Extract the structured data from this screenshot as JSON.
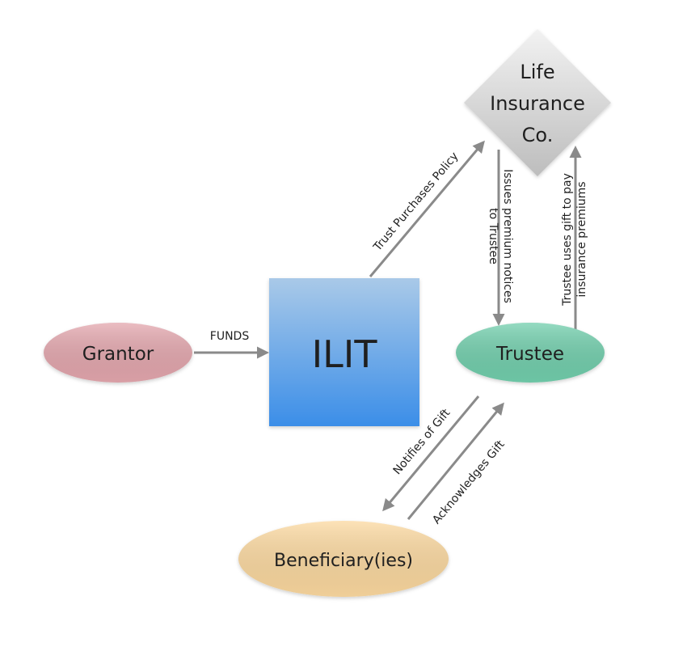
{
  "nodes": {
    "grantor": {
      "label": "Grantor",
      "color": "#e4a7ae"
    },
    "ilit": {
      "label": "ILIT",
      "color_top": "#a9c9e8",
      "color_bottom": "#3b8ee8"
    },
    "insurance": {
      "line1": "Life",
      "line2": "Insurance",
      "line3": "Co.",
      "color": "#d9d9d9"
    },
    "trustee": {
      "label": "Trustee",
      "color": "#72cfad"
    },
    "beneficiary": {
      "label": "Beneficiary(ies)",
      "color": "#fcd9a0"
    }
  },
  "edges": {
    "funds": "FUNDS",
    "purchase": "Trust Purchases Policy",
    "notices_line1": "Issues premium notices",
    "notices_line2": "to Trustee",
    "premiums_line1": "Trustee uses gift to pay",
    "premiums_line2": "insurance premiums",
    "notifies": "Notifies of Gift",
    "acknowledges": "Acknowledges Gift"
  },
  "colors": {
    "arrow": "#8a8a8a",
    "text": "#1f1f1f"
  }
}
